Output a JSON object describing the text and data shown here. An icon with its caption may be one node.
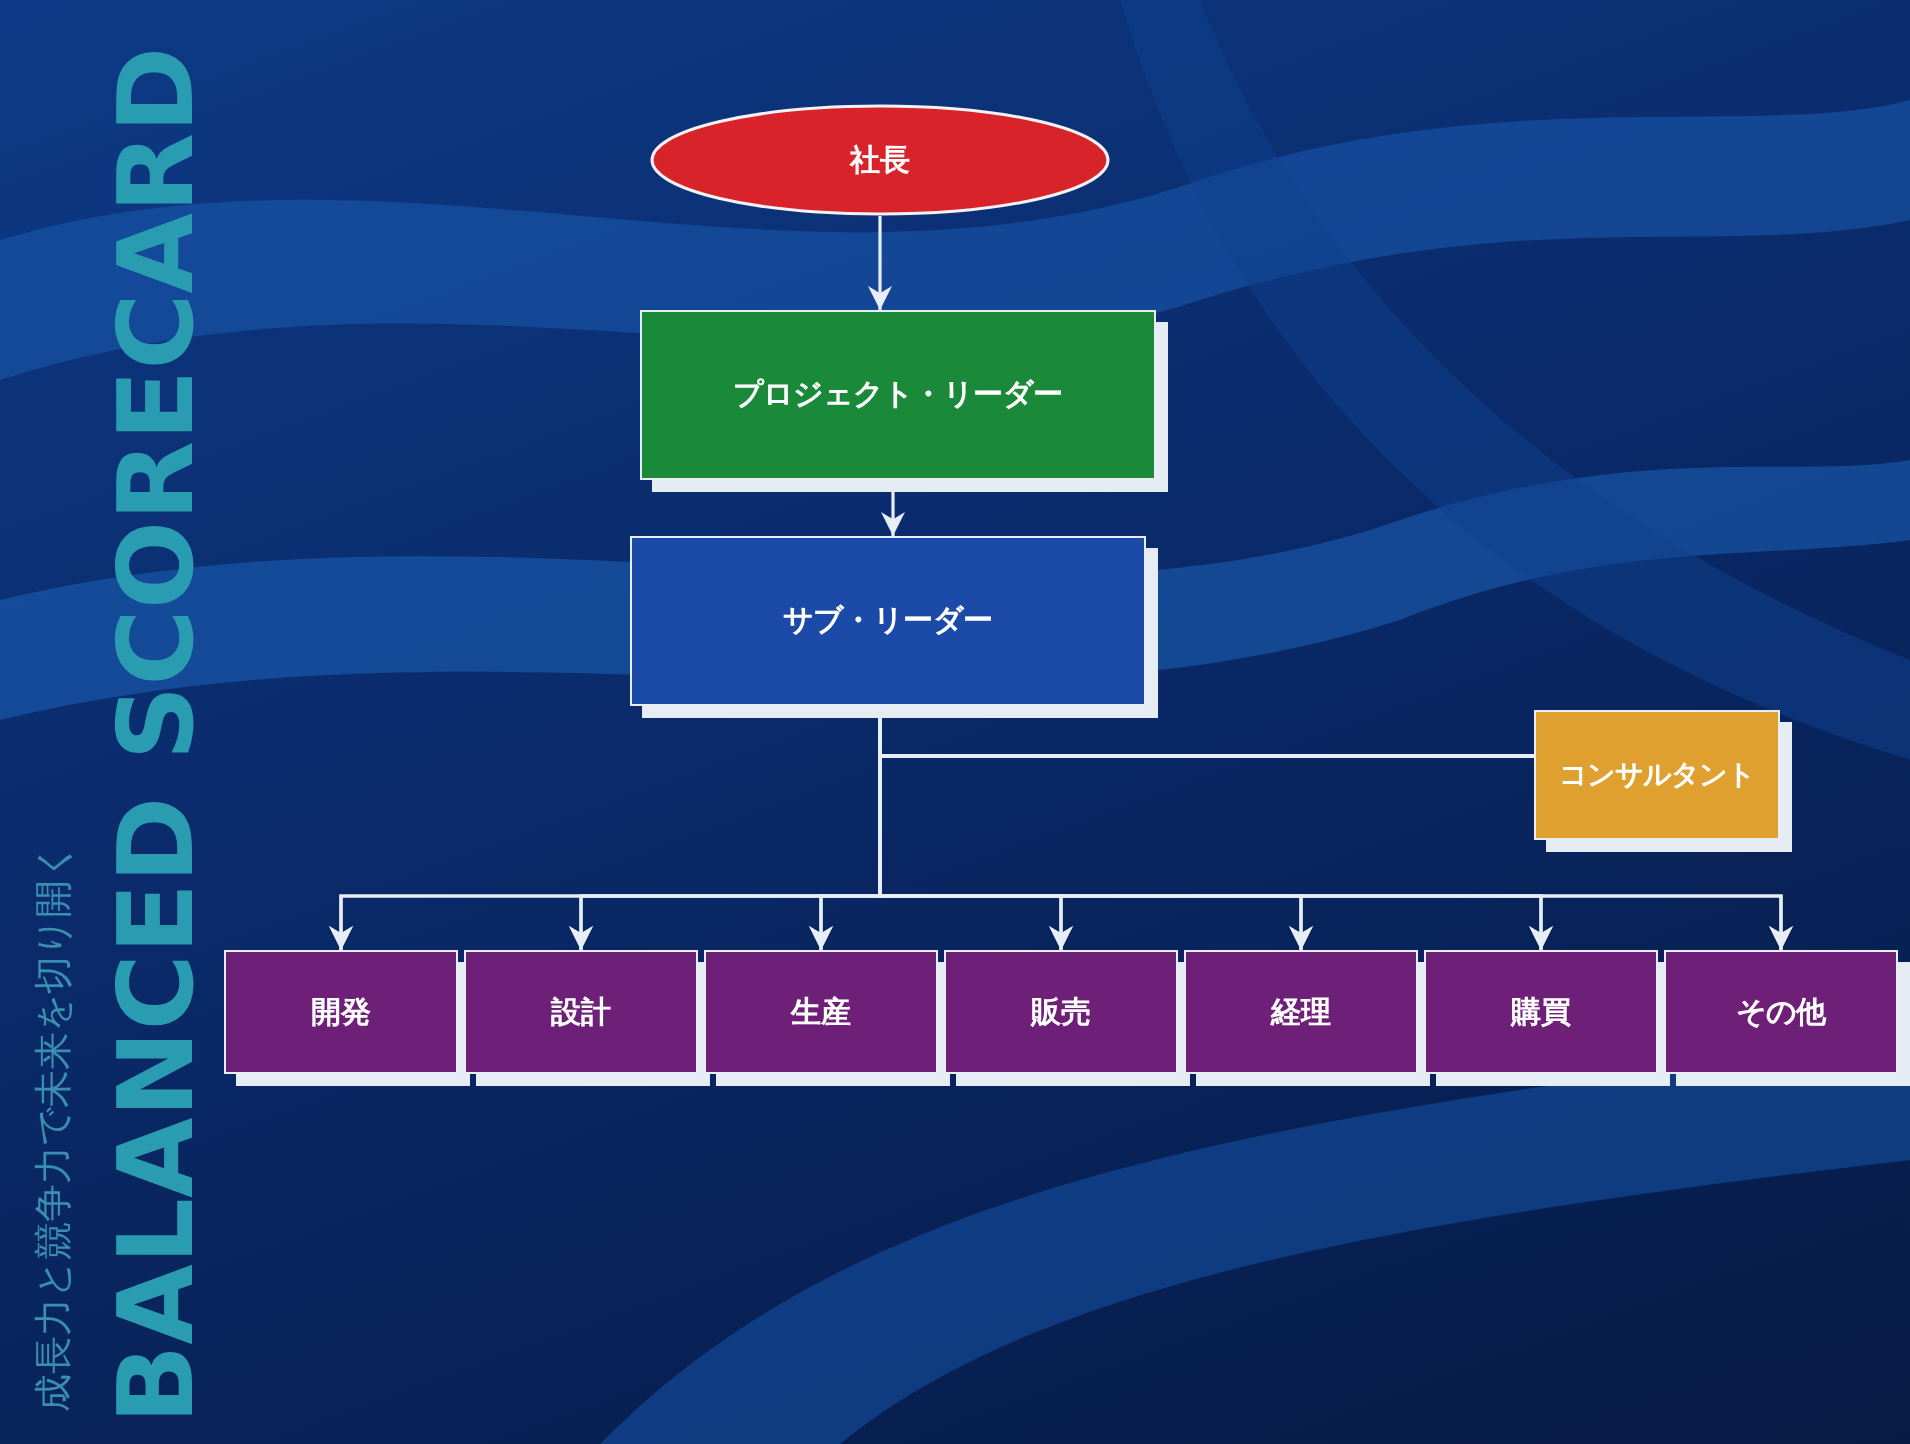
{
  "diagram": {
    "nodes": [
      {
        "text": [
          "社長"
        ]
      },
      {
        "text": [
          "プロジェクト・リーダー"
        ]
      },
      {
        "text": [
          "サブ・リーダー"
        ]
      },
      {
        "text": [
          "コンサルタント"
        ]
      },
      {
        "text": [
          "開発"
        ]
      },
      {
        "text": [
          "設計"
        ]
      },
      {
        "text": [
          "生産"
        ]
      },
      {
        "text": [
          "販売"
        ]
      },
      {
        "text": [
          "経理"
        ]
      },
      {
        "text": [
          "購買"
        ]
      },
      {
        "text": [
          "その他"
        ]
      }
    ],
    "edges": [
      {
        "from": 0,
        "to": 1,
        "arrow": "to"
      },
      {
        "from": 1,
        "to": 2,
        "arrow": "to"
      },
      {
        "from": 2,
        "to": 4,
        "arrow": "to"
      },
      {
        "from": 2,
        "to": 5,
        "arrow": "to"
      },
      {
        "from": 2,
        "to": 6,
        "arrow": "to"
      },
      {
        "from": 2,
        "to": 7,
        "arrow": "to"
      },
      {
        "from": 2,
        "to": 8,
        "arrow": "to"
      },
      {
        "from": 2,
        "to": 9,
        "arrow": "to"
      },
      {
        "from": 2,
        "to": 10,
        "arrow": "to"
      },
      {
        "from": 3,
        "to": 4,
        "arrow": "to"
      },
      {
        "from": 3,
        "to": 5,
        "arrow": "to"
      },
      {
        "from": 3,
        "to": 6,
        "arrow": "to"
      },
      {
        "from": 3,
        "to": 7,
        "arrow": "to"
      },
      {
        "from": 3,
        "to": 8,
        "arrow": "to"
      },
      {
        "from": 3,
        "to": 9,
        "arrow": "to"
      },
      {
        "from": 3,
        "to": 10,
        "arrow": "to"
      }
    ],
    "labels": [
      "成長力と競争力で未来を切り開く",
      "BALANCED SCORECARD"
    ]
  }
}
